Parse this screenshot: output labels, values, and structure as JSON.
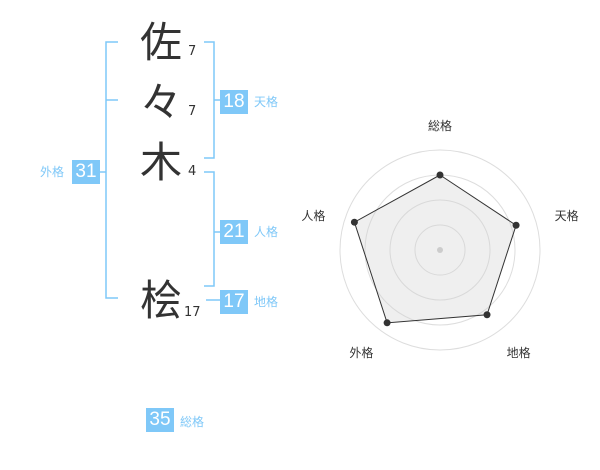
{
  "name": {
    "chars": [
      {
        "char": "佐",
        "strokes": "7"
      },
      {
        "char": "々",
        "strokes": "7"
      },
      {
        "char": "木",
        "strokes": "4"
      },
      {
        "char": "桧",
        "strokes": "17"
      }
    ]
  },
  "fortune": {
    "tenkaku": {
      "value": "18",
      "label": "天格"
    },
    "jinkaku": {
      "value": "21",
      "label": "人格"
    },
    "chikaku": {
      "value": "17",
      "label": "地格"
    },
    "gaikaku": {
      "value": "31",
      "label": "外格"
    },
    "soukaku": {
      "value": "35",
      "label": "総格"
    }
  },
  "colors": {
    "accent": "#7fc8f8",
    "text": "#333333",
    "grid": "#dddddd",
    "fill": "#f2f2f2"
  },
  "chart_data": {
    "type": "radar",
    "axes": [
      "総格",
      "天格",
      "地格",
      "外格",
      "人格"
    ],
    "values": [
      0.75,
      0.8,
      0.8,
      0.9,
      0.9
    ],
    "rings": 4
  }
}
